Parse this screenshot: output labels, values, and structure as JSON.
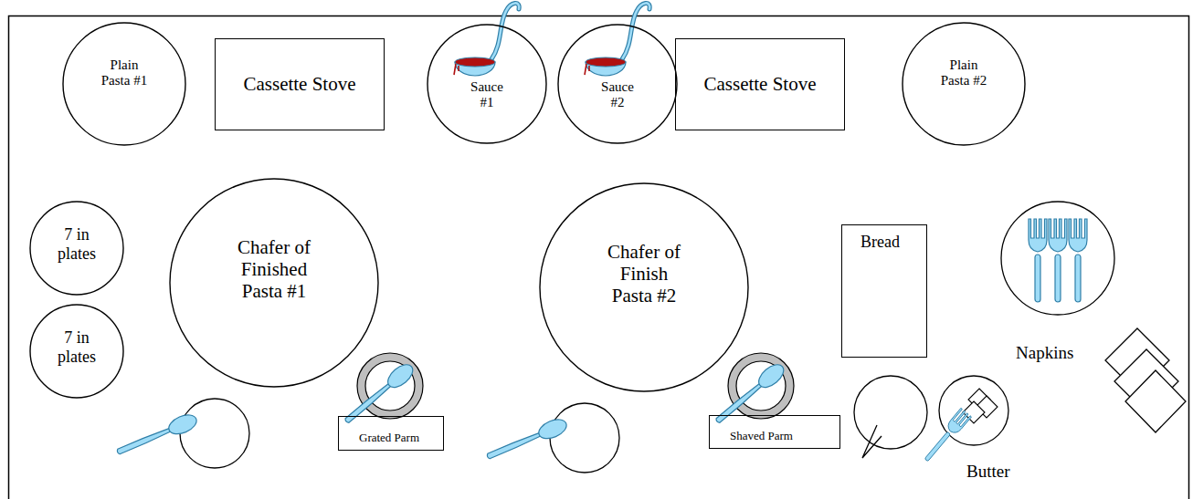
{
  "diagram": {
    "nodes": [
      {
        "text": [
          "Plain Pasta #1"
        ]
      },
      {
        "text": [
          "Cassette Stove"
        ]
      },
      {
        "text": [
          "Sauce #1"
        ]
      },
      {
        "text": [
          "Sauce #2"
        ]
      },
      {
        "text": [
          "Cassette Stove"
        ]
      },
      {
        "text": [
          "Plain Pasta #2"
        ]
      },
      {
        "text": [
          "7 in plates"
        ]
      },
      {
        "text": [
          "Chafer of Finished Pasta #1"
        ]
      },
      {
        "text": [
          "Chafer of Finish Pasta #2"
        ]
      },
      {
        "text": [
          "Bread"
        ]
      },
      {
        "text": [
          "7 in plates"
        ]
      },
      {
        "text": [
          "Grated Parm"
        ]
      },
      {
        "text": [
          "Shaved Parm"
        ]
      }
    ],
    "labels": [
      "Napkins",
      "Butter"
    ]
  }
}
